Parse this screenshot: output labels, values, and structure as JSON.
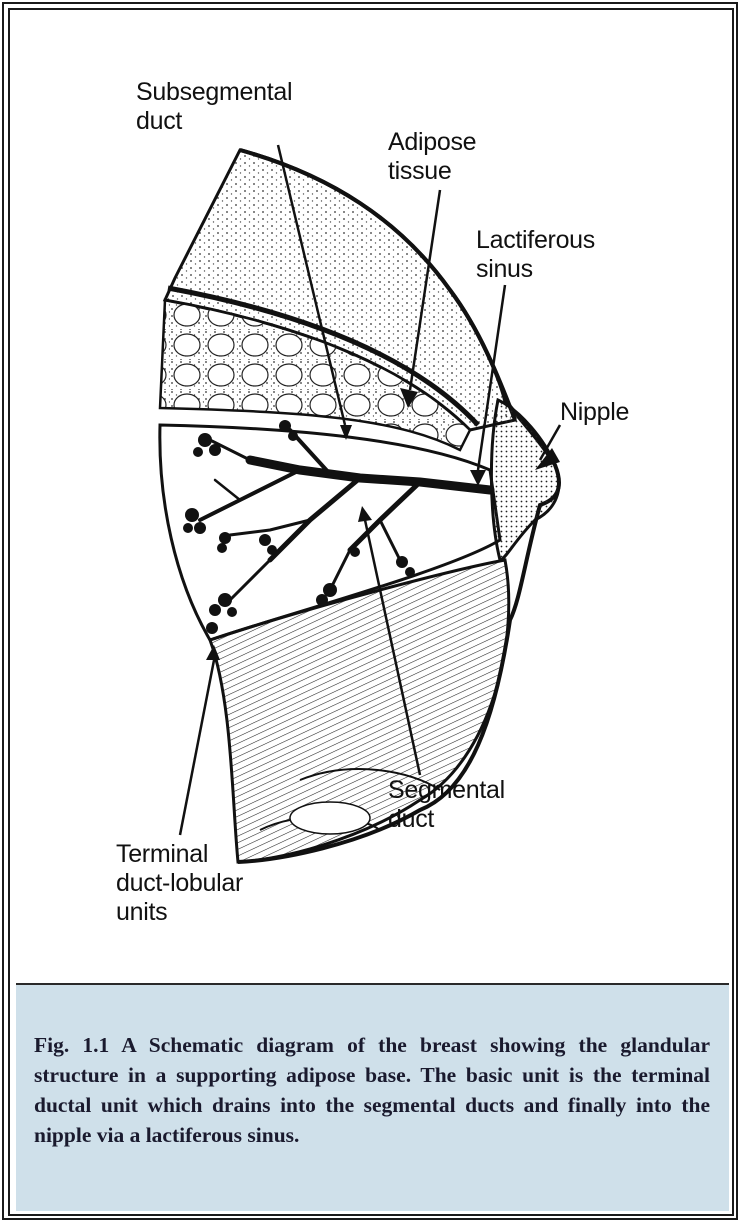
{
  "labels": {
    "subsegmental_duct": "Subsegmental\nduct",
    "adipose_tissue": "Adipose\ntissue",
    "lactiferous_sinus": "Lactiferous\nsinus",
    "nipple": "Nipple",
    "segmental_duct": "Segmental\nduct",
    "terminal_units": "Terminal\nduct-lobular\nunits"
  },
  "caption": "Fig. 1.1 A Schematic diagram of the breast showing the glandular structure in a supporting adipose base. The basic unit is the terminal ductal unit which drains into the segmental ducts and finally into the nipple via a lactiferous sinus.",
  "colors": {
    "caption_bg": "#cfe0ea",
    "ink": "#111111"
  }
}
